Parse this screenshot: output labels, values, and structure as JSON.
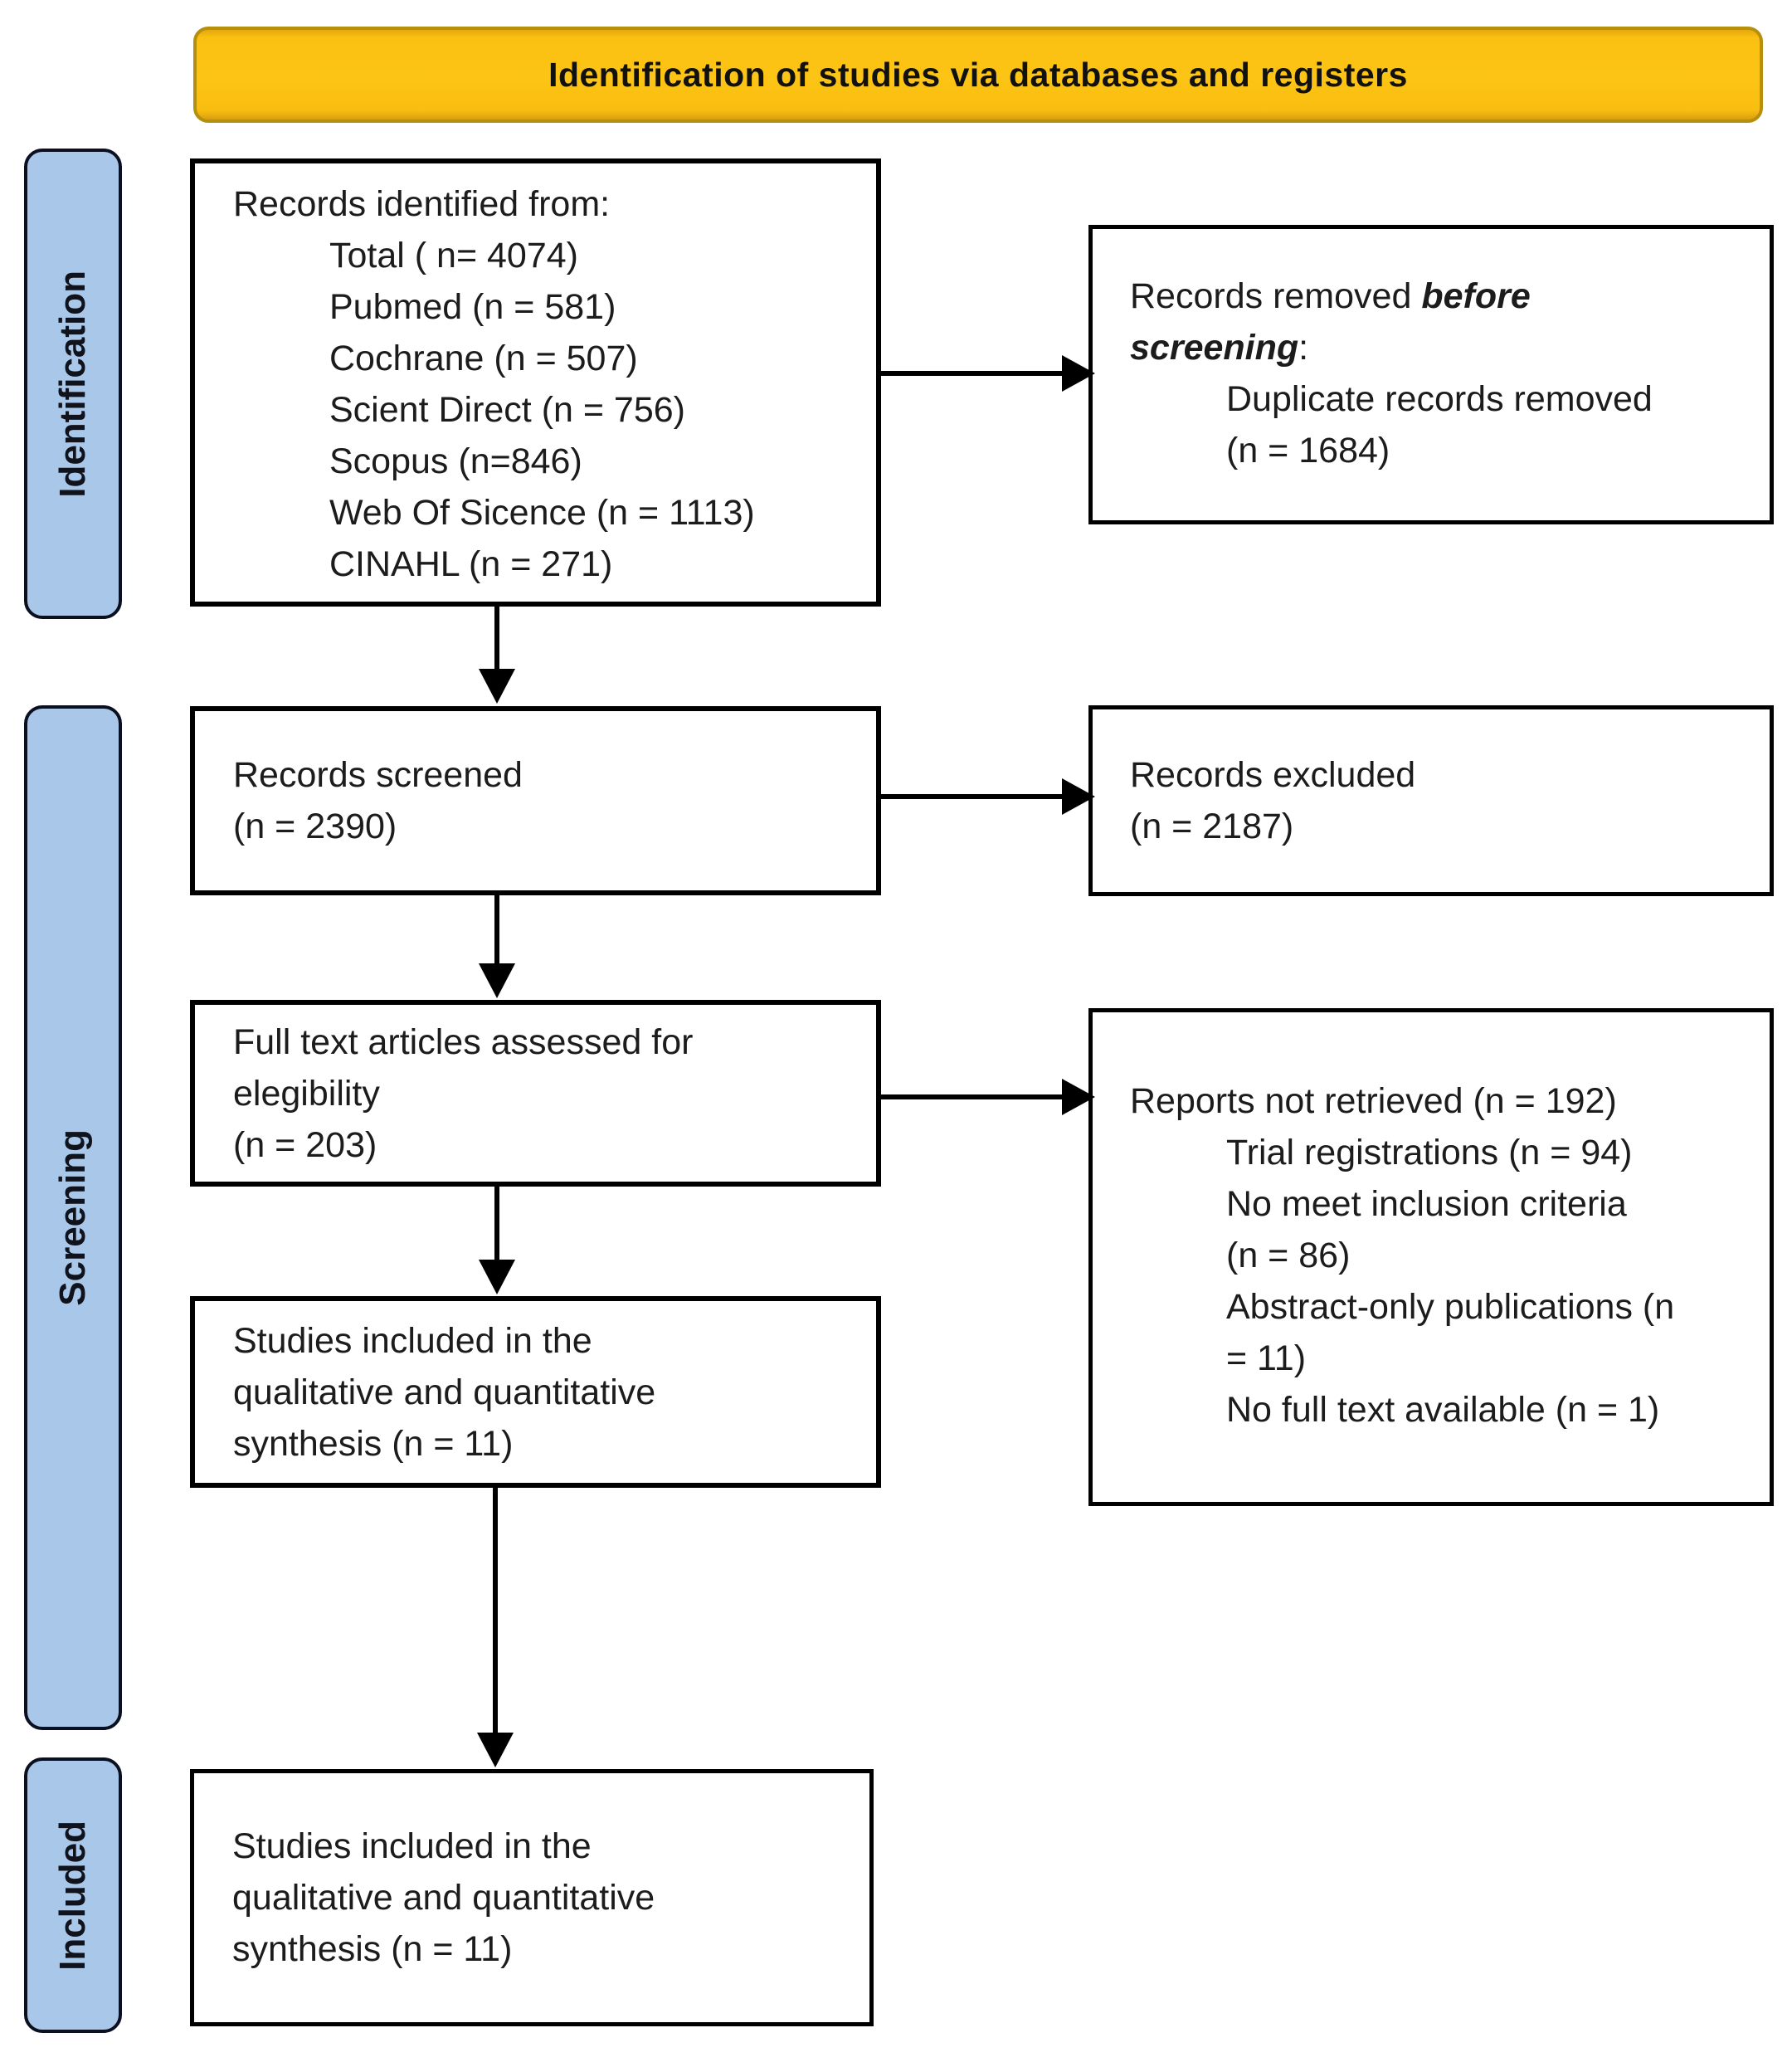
{
  "banner": {
    "title": "Identification of studies via databases and registers"
  },
  "sidebar": {
    "items": [
      {
        "label": "Identification"
      },
      {
        "label": "Screening"
      },
      {
        "label": "Included"
      }
    ]
  },
  "boxes": {
    "identified": {
      "title": "Records identified from:",
      "items": [
        "Total ( n= 4074)",
        "Pubmed (n = 581)",
        "Cochrane (n = 507)",
        "Scient Direct (n = 756)",
        "Scopus (n=846)",
        "Web Of Sicence (n = 1113)",
        "CINAHL (n = 271)"
      ]
    },
    "removed": {
      "title_prefix": "Records removed ",
      "title_em1": "before",
      "title_em2": "screening",
      "title_colon": ":",
      "items": [
        [
          "Duplicate records removed",
          "(n = 1684)"
        ]
      ]
    },
    "screened": {
      "lines": [
        "Records screened",
        "(n = 2390)"
      ]
    },
    "excluded": {
      "lines": [
        "Records excluded",
        "(n = 2187)"
      ]
    },
    "fulltext": {
      "lines": [
        "Full text articles assessed for",
        "elegibility",
        "(n = 203)"
      ]
    },
    "not_retrieved": {
      "title": "Reports not retrieved (n = 192)",
      "items": [
        [
          "Trial registrations (n = 94)"
        ],
        [
          "No meet inclusion criteria",
          "(n = 86)"
        ],
        [
          "Abstract-only publications (n",
          "= 11)"
        ],
        [
          "No full text available (n = 1)"
        ]
      ]
    },
    "included_synthesis": {
      "lines": [
        "Studies included in the",
        "qualitative and quantitative",
        "synthesis (n = 11)"
      ]
    },
    "included_final": {
      "lines": [
        "Studies included in the",
        "qualitative and quantitative",
        "synthesis (n = 11)"
      ]
    }
  },
  "colors": {
    "banner_fill": "#FBC112",
    "banner_border": "#B6900D",
    "stage_fill": "#A9C7E8",
    "stage_border": "#0A1020",
    "box_border": "#000000",
    "text": "#1C1C1C"
  }
}
